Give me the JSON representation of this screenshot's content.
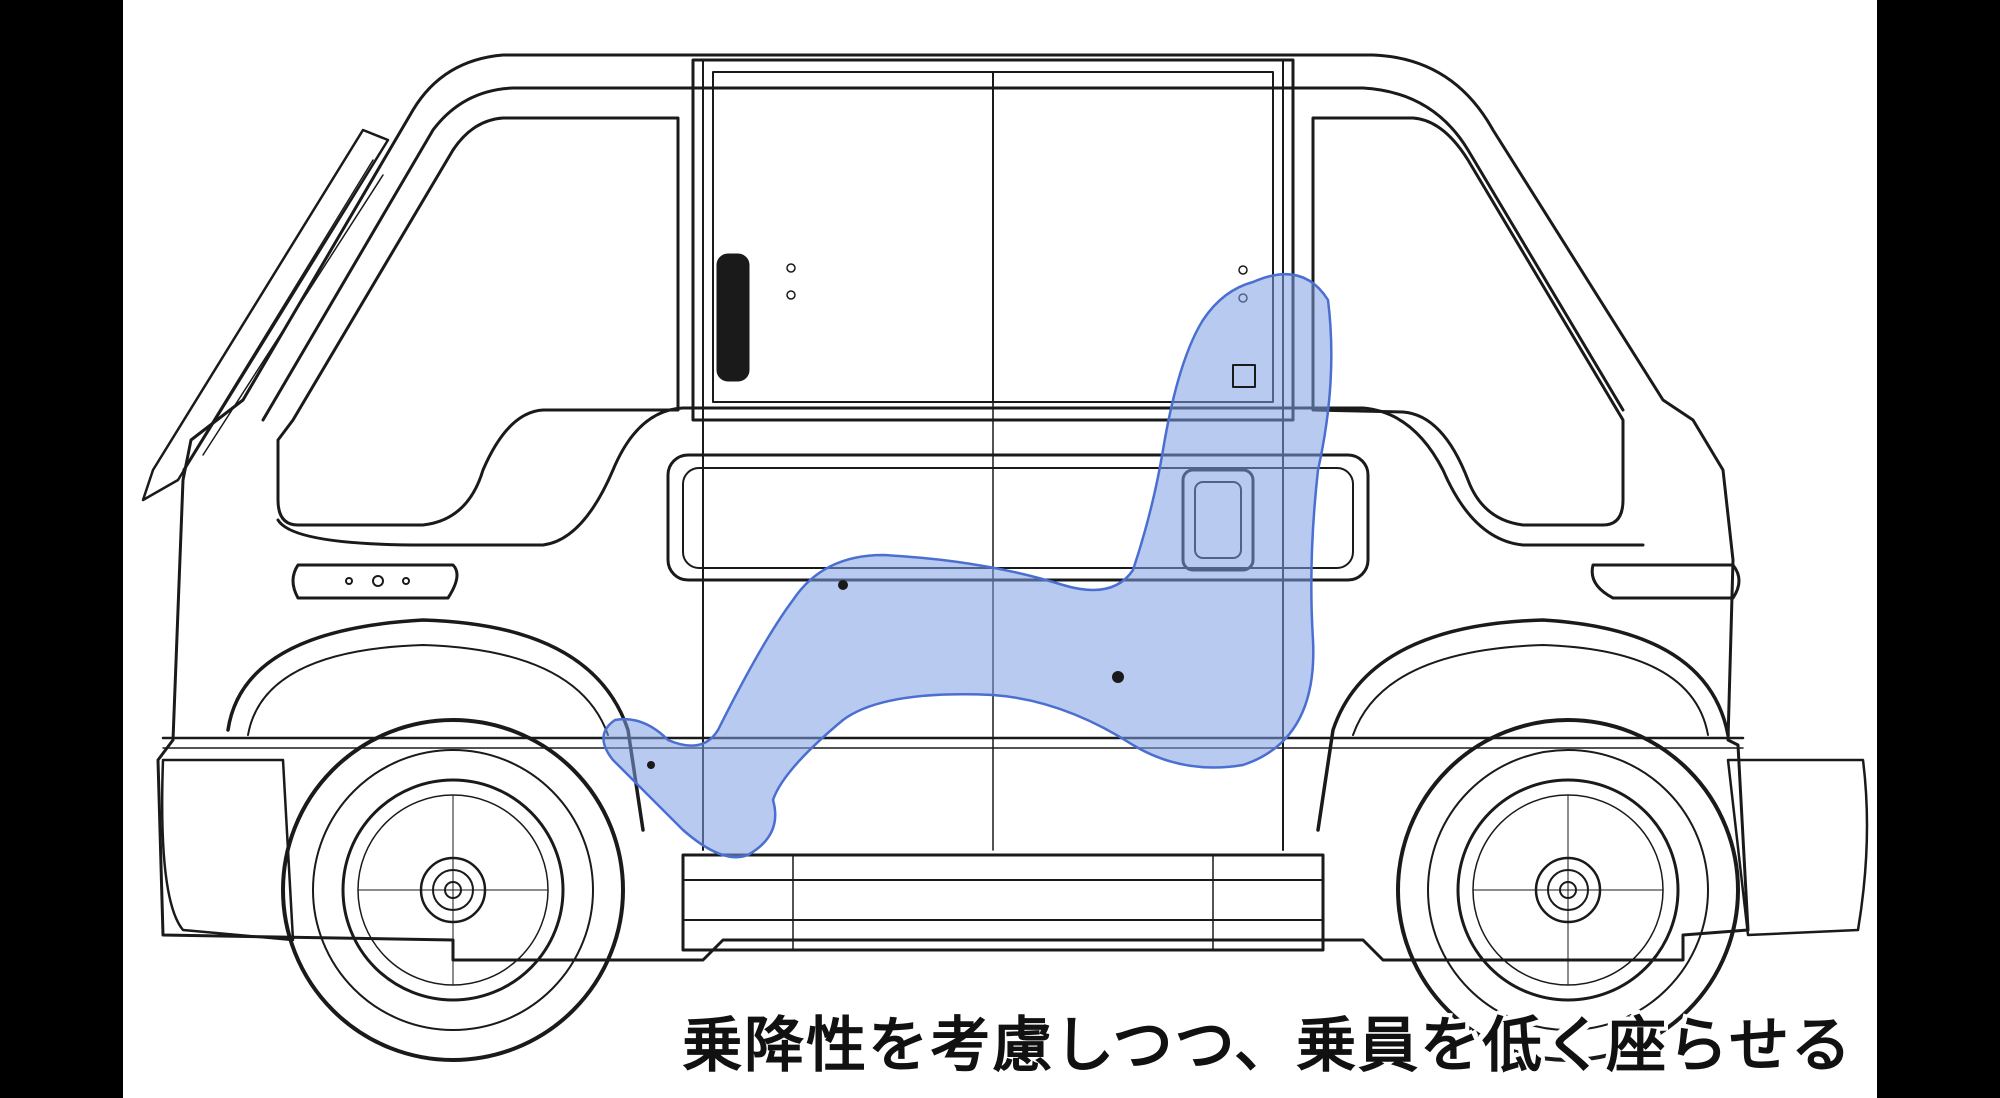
{
  "video": {
    "subtitle": "乗降性を考慮しつつ、乗員を低く座らせる"
  },
  "illustration": {
    "subject": "vehicle-side-view-line-drawing",
    "overlay_subject": "seated-occupant-silhouette"
  },
  "colors": {
    "letterbox": "#000000",
    "background": "#ffffff",
    "line": "#1a1a1a",
    "occupant_fill": "#7f9fe6",
    "occupant_stroke": "#4a6fd0",
    "subtitle_text": "#111111",
    "subtitle_outline": "#ffffff"
  }
}
